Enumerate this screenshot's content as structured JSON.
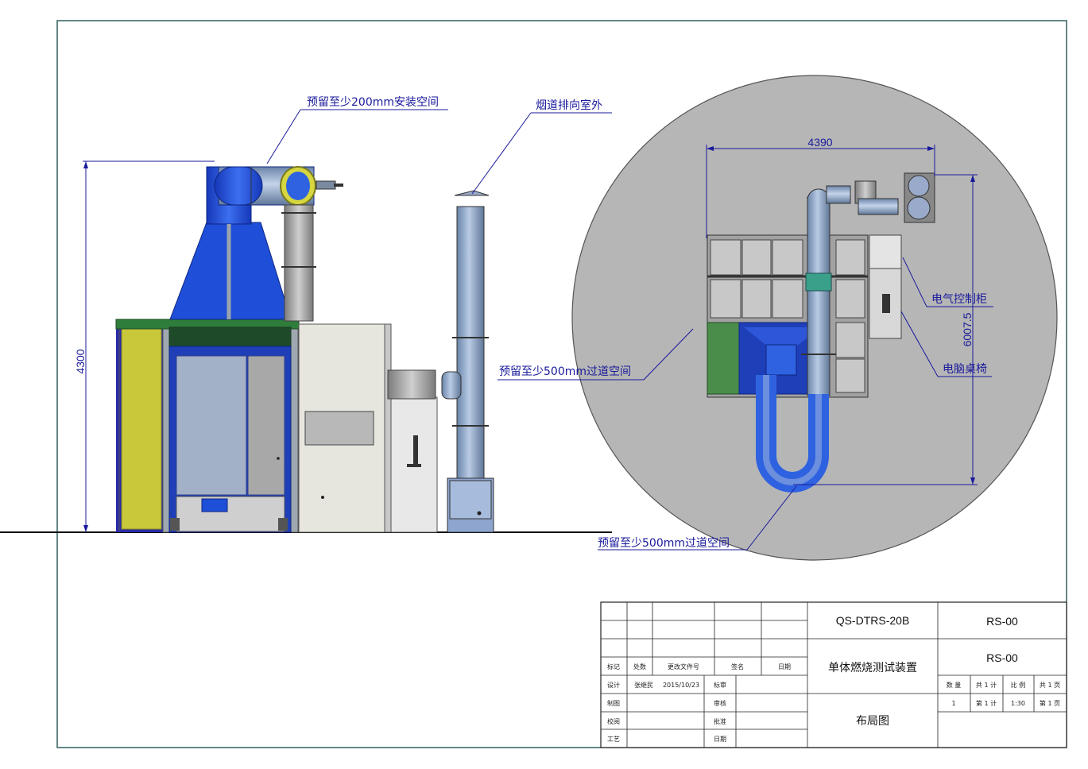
{
  "drawing": {
    "callouts": {
      "install_space": "预留至少200mm安装空间",
      "flue_outdoor": "烟道排向室外",
      "passage_space_left": "预留至少500mm过道空间",
      "passage_space_bottom": "预留至少500mm过道空间",
      "control_cabinet": "电气控制柜",
      "computer_desk": "电脑桌椅"
    },
    "dimensions": {
      "height": "4300",
      "plan_width": "4390",
      "plan_depth": "6007.5"
    },
    "colors": {
      "border": "#2f5f5f",
      "dimension": "#1a1a9c",
      "hood_blue": "#1f4fd8",
      "duct_steel": "#8aa4c8",
      "plan_disc": "#b6b6b6",
      "panel_yellow": "#c8c83a",
      "panel_green": "#2e6b3a"
    }
  },
  "title_block": {
    "header_labels": {
      "mark": "标记",
      "count": "处数",
      "change_doc": "更改文件号",
      "signature": "签名",
      "date": "日期"
    },
    "roles": {
      "design": "设计",
      "drafting": "制图",
      "proofread": "校阅",
      "process": "工艺",
      "standard_review": "标审",
      "review": "审核",
      "approve": "批准",
      "date": "日期"
    },
    "designer": "张继民",
    "design_date": "2015/10/23",
    "model": "QS-DTRS-20B",
    "code_top": "RS-00",
    "code_mid": "RS-00",
    "product_name": "单体燃烧测试装置",
    "drawing_name": "布局图",
    "quantity_label": "数 量",
    "total_sheets_label": "共 1 计",
    "scale_label": "比 例",
    "total_pages_label": "共 1 页",
    "quantity": "1",
    "sheet_no": "第 1 计",
    "scale": "1:30",
    "page_no": "第 1 页"
  }
}
